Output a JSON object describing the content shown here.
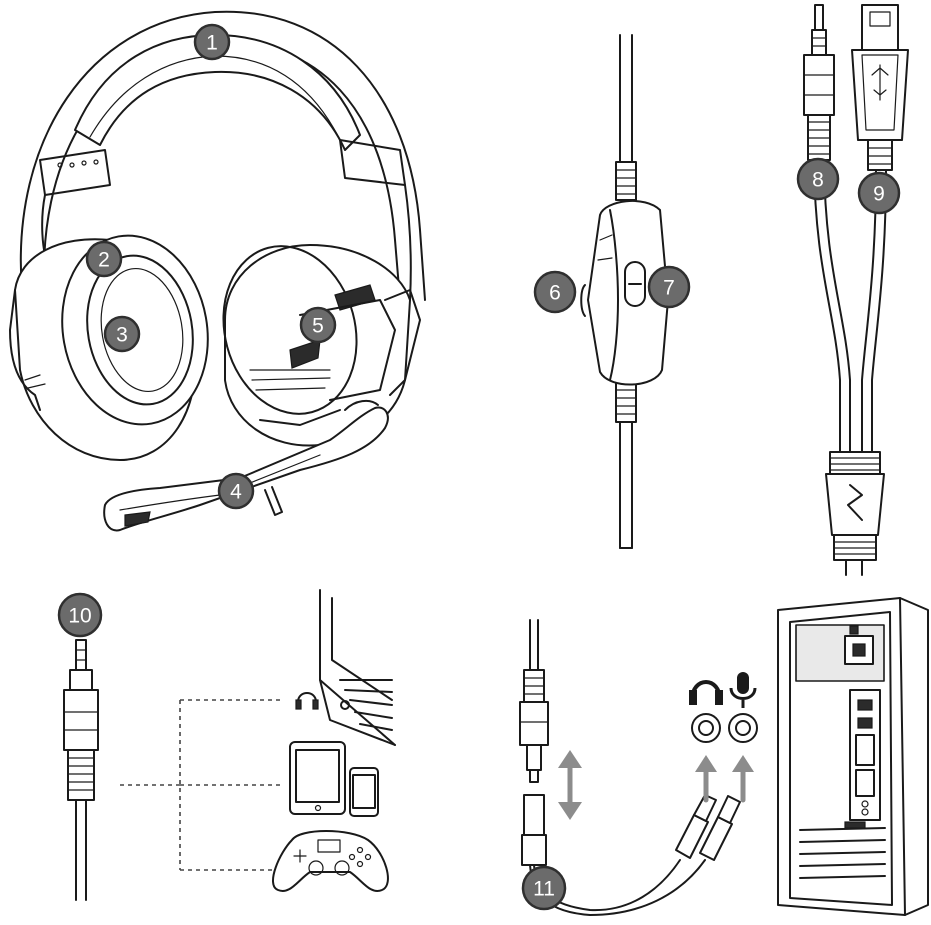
{
  "callouts": [
    {
      "id": "c1",
      "label": "1"
    },
    {
      "id": "c2",
      "label": "2"
    },
    {
      "id": "c3",
      "label": "3"
    },
    {
      "id": "c4",
      "label": "4"
    },
    {
      "id": "c5",
      "label": "5"
    },
    {
      "id": "c6",
      "label": "6"
    },
    {
      "id": "c7",
      "label": "7"
    },
    {
      "id": "c8",
      "label": "8"
    },
    {
      "id": "c9",
      "label": "9"
    },
    {
      "id": "c10",
      "label": "10"
    },
    {
      "id": "c11",
      "label": "11"
    }
  ],
  "icons": {
    "headphones": "headphones-icon",
    "microphone": "microphone-icon",
    "usb": "usb-icon",
    "brand": "brand-logo-icon"
  },
  "colors": {
    "line": "#1a1a1a",
    "callout_fill": "#6b6b6b",
    "arrow": "#8c8c8c"
  }
}
